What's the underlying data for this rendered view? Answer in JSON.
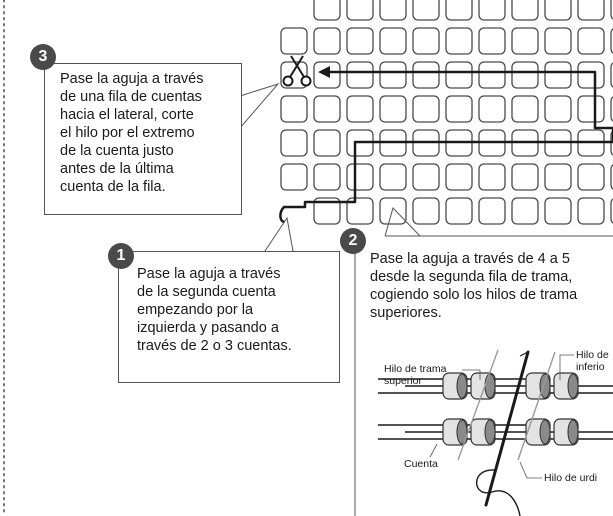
{
  "steps": {
    "step1": {
      "number": "1",
      "text": "Pase la aguja a través\nde la segunda cuenta\nempezando por la\nizquierda y pasando a\ntravés de 2 o 3 cuentas."
    },
    "step2": {
      "number": "2",
      "text": "Pase la aguja a través de 4 a 5\ndesde la segunda fila de trama,\ncogiendo solo los hilos de trama\nsuperiores."
    },
    "step3": {
      "number": "3",
      "text": "Pase la aguja a través\nde una fila de cuentas\nhacia el lateral, corte\nel hilo por el extremo\nde la cuenta justo\nantes de la última\ncuenta de la fila."
    }
  },
  "inset_labels": {
    "upper_weft": "Hilo de trama\nsuperior",
    "lower_weft": "Hilo de\ninferio",
    "bead": "Cuenta",
    "warp": "Hilo de urdi"
  },
  "colors": {
    "line": "#1a1a1a",
    "bead_fill": "#ffffff",
    "bead_stroke": "#4a4a4a",
    "badge": "#4a4a4a",
    "weft_bead_light": "#e3e3e3",
    "weft_bead_dark": "#8a8a8a"
  },
  "icons": {
    "scissors": "scissors-icon",
    "needle": "needle-icon"
  }
}
